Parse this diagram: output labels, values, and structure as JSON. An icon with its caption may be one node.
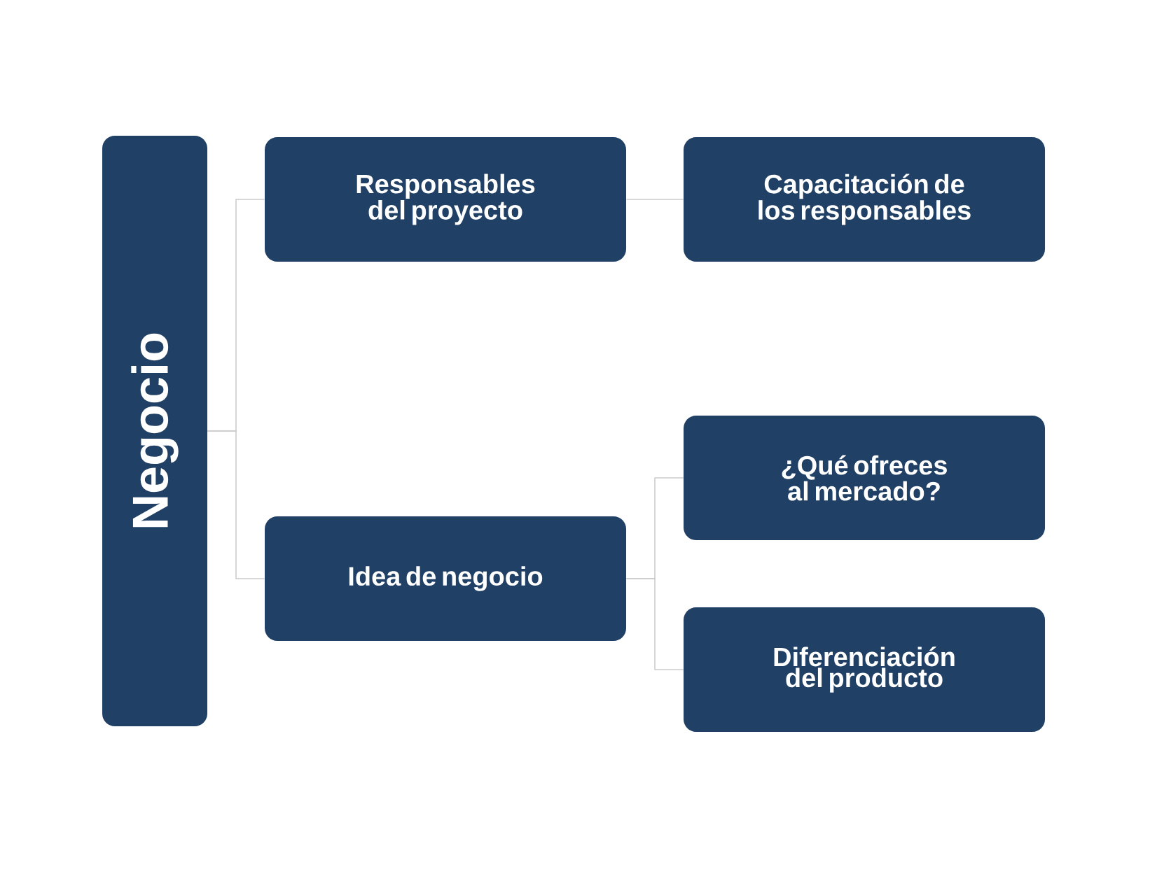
{
  "diagram": {
    "nodes": [
      {
        "text": [
          "Negocio"
        ]
      },
      {
        "text": [
          "Responsables del proyecto"
        ]
      },
      {
        "text": [
          "Capacitación de los responsables"
        ]
      },
      {
        "text": [
          "Idea de negocio"
        ]
      },
      {
        "text": [
          "¿Qué ofreces al mercado?"
        ]
      },
      {
        "text": [
          "Diferenciación del producto"
        ]
      }
    ],
    "edges": [
      {
        "from": 0,
        "to": 1,
        "arrow": "none"
      },
      {
        "from": 0,
        "to": 3,
        "arrow": "none"
      },
      {
        "from": 1,
        "to": 2,
        "arrow": "none"
      },
      {
        "from": 3,
        "to": 4,
        "arrow": "none"
      },
      {
        "from": 3,
        "to": 5,
        "arrow": "none"
      }
    ]
  }
}
